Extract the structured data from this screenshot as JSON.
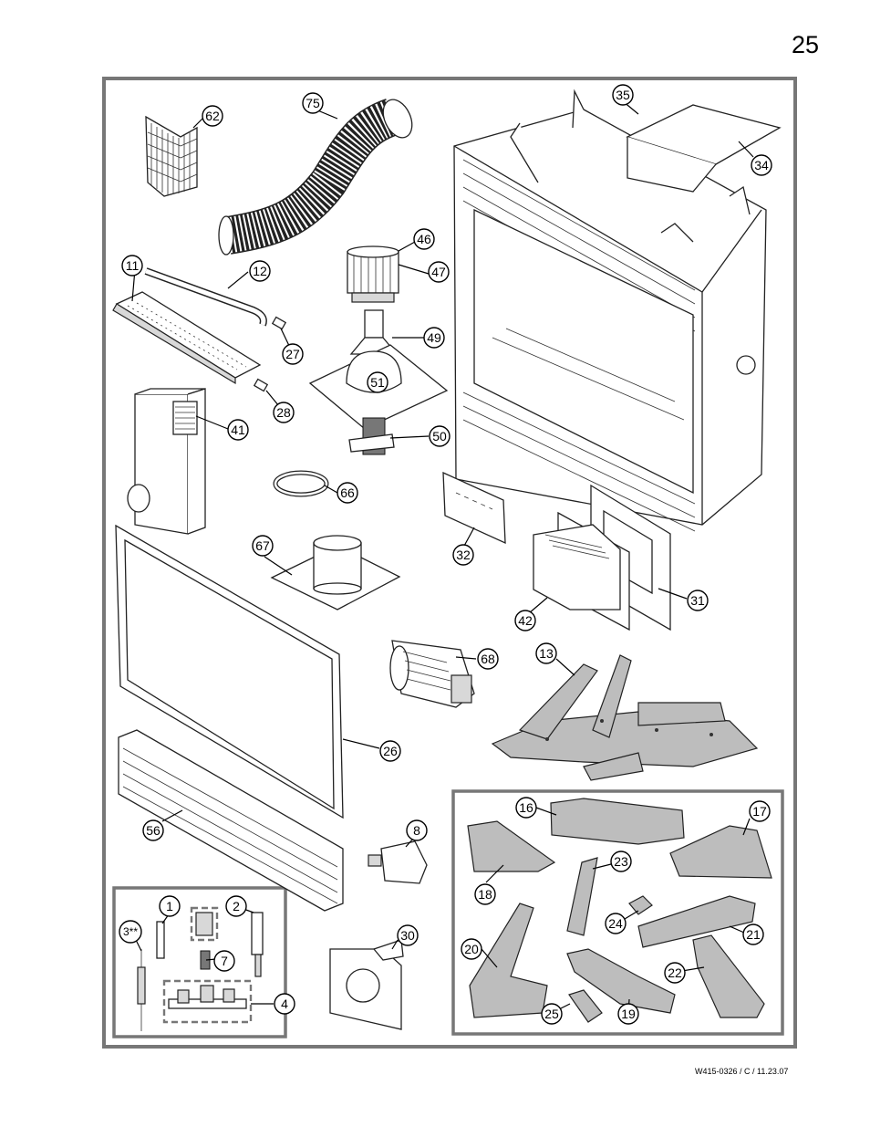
{
  "page": {
    "page_number": "25",
    "document_code": "W415-0326 / C / 11.23.07"
  },
  "callouts": [
    "1",
    "2",
    "3**",
    "4",
    "7",
    "8",
    "11",
    "12",
    "13",
    "16",
    "17",
    "18",
    "19",
    "20",
    "21",
    "22",
    "23",
    "24",
    "25",
    "26",
    "27",
    "28",
    "30",
    "31",
    "32",
    "34",
    "35",
    "41",
    "42",
    "46",
    "47",
    "49",
    "50",
    "51",
    "56",
    "62",
    "66",
    "67",
    "68",
    "75"
  ]
}
